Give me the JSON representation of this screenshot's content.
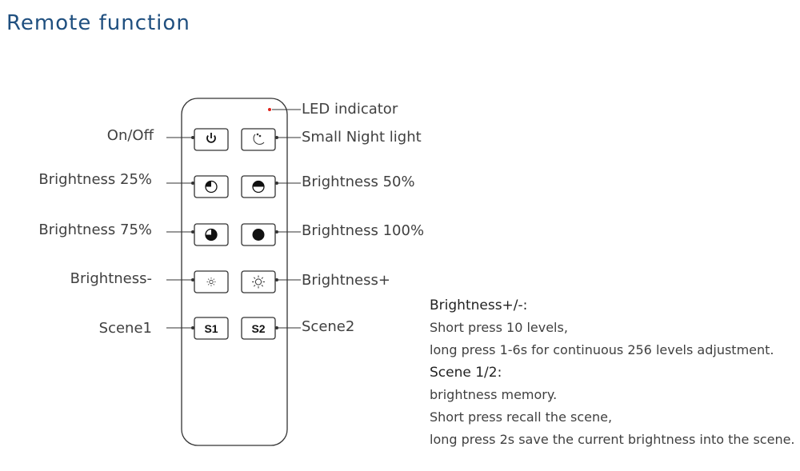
{
  "title": "Remote function",
  "remote": {
    "indicator_label": "LED indicator",
    "rows": [
      {
        "left_label": "On/Off",
        "right_label": "Small Night light",
        "left_icon": "power-icon",
        "right_icon": "night-light-icon"
      },
      {
        "left_label": "Brightness 25%",
        "right_label": "Brightness 50%",
        "left_icon": "brightness-25-icon",
        "right_icon": "brightness-50-icon"
      },
      {
        "left_label": "Brightness 75%",
        "right_label": "Brightness 100%",
        "left_icon": "brightness-75-icon",
        "right_icon": "brightness-100-icon"
      },
      {
        "left_label": "Brightness-",
        "right_label": "Brightness+",
        "left_icon": "sun-small-icon",
        "right_icon": "sun-large-icon"
      },
      {
        "left_label": "Scene1",
        "right_label": "Scene2",
        "left_button_text": "S1",
        "right_button_text": "S2"
      }
    ]
  },
  "description": {
    "heading1": "Brightness+/-:",
    "line1": "Short press 10 levels,",
    "line2": "long press 1-6s for continuous 256 levels adjustment.",
    "heading2": "Scene 1/2:",
    "line3": "brightness memory.",
    "line4": "Short press recall the scene,",
    "line5": "long press 2s save the current brightness into the scene."
  },
  "colors": {
    "title": "#1f4f7f",
    "led": "#e0231b",
    "line": "#333333"
  }
}
